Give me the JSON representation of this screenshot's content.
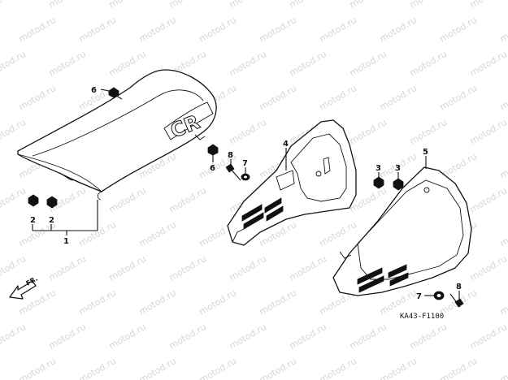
{
  "watermark_text": "motod.ru",
  "diagram_code": "KA43-F1100",
  "front_label": "FR.",
  "seat_emblem": "CR",
  "callouts": {
    "seat": "1",
    "nut_left_a": "2",
    "nut_left_b": "2",
    "nut_cover_a": "3",
    "nut_cover_b": "3",
    "cover_left": "4",
    "cover_right": "5",
    "bolt_seat": "6",
    "bolt_mid": "6",
    "washer_mid": "7",
    "washer_low": "7",
    "screw_mid": "8",
    "screw_low": "8"
  }
}
